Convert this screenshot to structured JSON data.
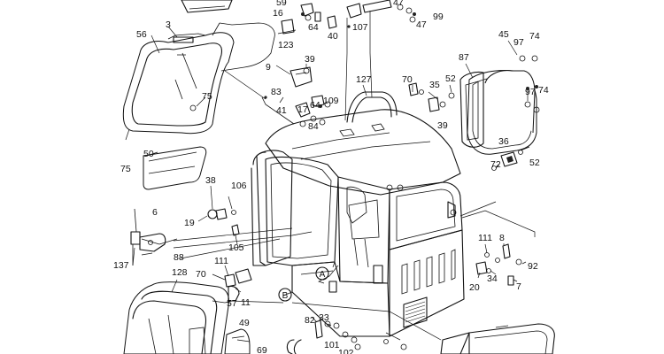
{
  "part_labels": [
    "59",
    "16",
    "64",
    "47",
    "99",
    "47",
    "107",
    "123",
    "40",
    "56",
    "3",
    "9",
    "39",
    "127",
    "70",
    "35",
    "52",
    "87",
    "45",
    "97",
    "74",
    "97",
    "74",
    "83",
    "64",
    "109",
    "17",
    "84",
    "41",
    "39",
    "75",
    "75",
    "50",
    "36",
    "72",
    "52",
    "38",
    "106",
    "6",
    "19",
    "105",
    "88",
    "137",
    "111",
    "8",
    "111",
    "70",
    "128",
    "11",
    "92",
    "20",
    "34",
    "7",
    "57",
    "49",
    "82",
    "33",
    "101",
    "69",
    "102"
  ],
  "callouts": [
    "A",
    "B"
  ]
}
